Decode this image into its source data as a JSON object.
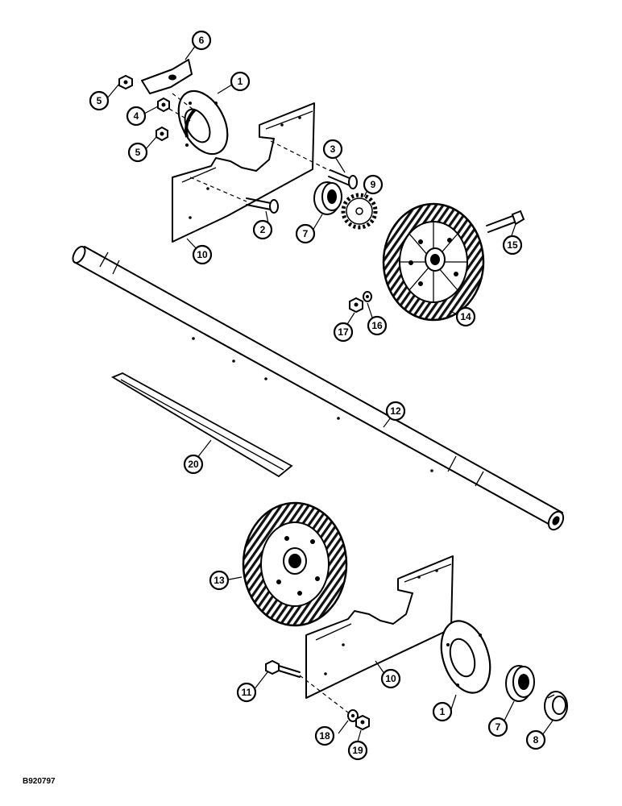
{
  "figure_code": "B920797",
  "callouts": [
    {
      "id": "c1a",
      "label": "1"
    },
    {
      "id": "c1b",
      "label": "1"
    },
    {
      "id": "c2",
      "label": "2"
    },
    {
      "id": "c3",
      "label": "3"
    },
    {
      "id": "c4",
      "label": "4"
    },
    {
      "id": "c5a",
      "label": "5"
    },
    {
      "id": "c5b",
      "label": "5"
    },
    {
      "id": "c6",
      "label": "6"
    },
    {
      "id": "c7a",
      "label": "7"
    },
    {
      "id": "c7b",
      "label": "7"
    },
    {
      "id": "c8",
      "label": "8"
    },
    {
      "id": "c9",
      "label": "9"
    },
    {
      "id": "c10a",
      "label": "10"
    },
    {
      "id": "c10b",
      "label": "10"
    },
    {
      "id": "c11",
      "label": "11"
    },
    {
      "id": "c12",
      "label": "12"
    },
    {
      "id": "c13",
      "label": "13"
    },
    {
      "id": "c14",
      "label": "14"
    },
    {
      "id": "c15",
      "label": "15"
    },
    {
      "id": "c16",
      "label": "16"
    },
    {
      "id": "c17",
      "label": "17"
    },
    {
      "id": "c18",
      "label": "18"
    },
    {
      "id": "c19",
      "label": "19"
    },
    {
      "id": "c20",
      "label": "20"
    }
  ]
}
